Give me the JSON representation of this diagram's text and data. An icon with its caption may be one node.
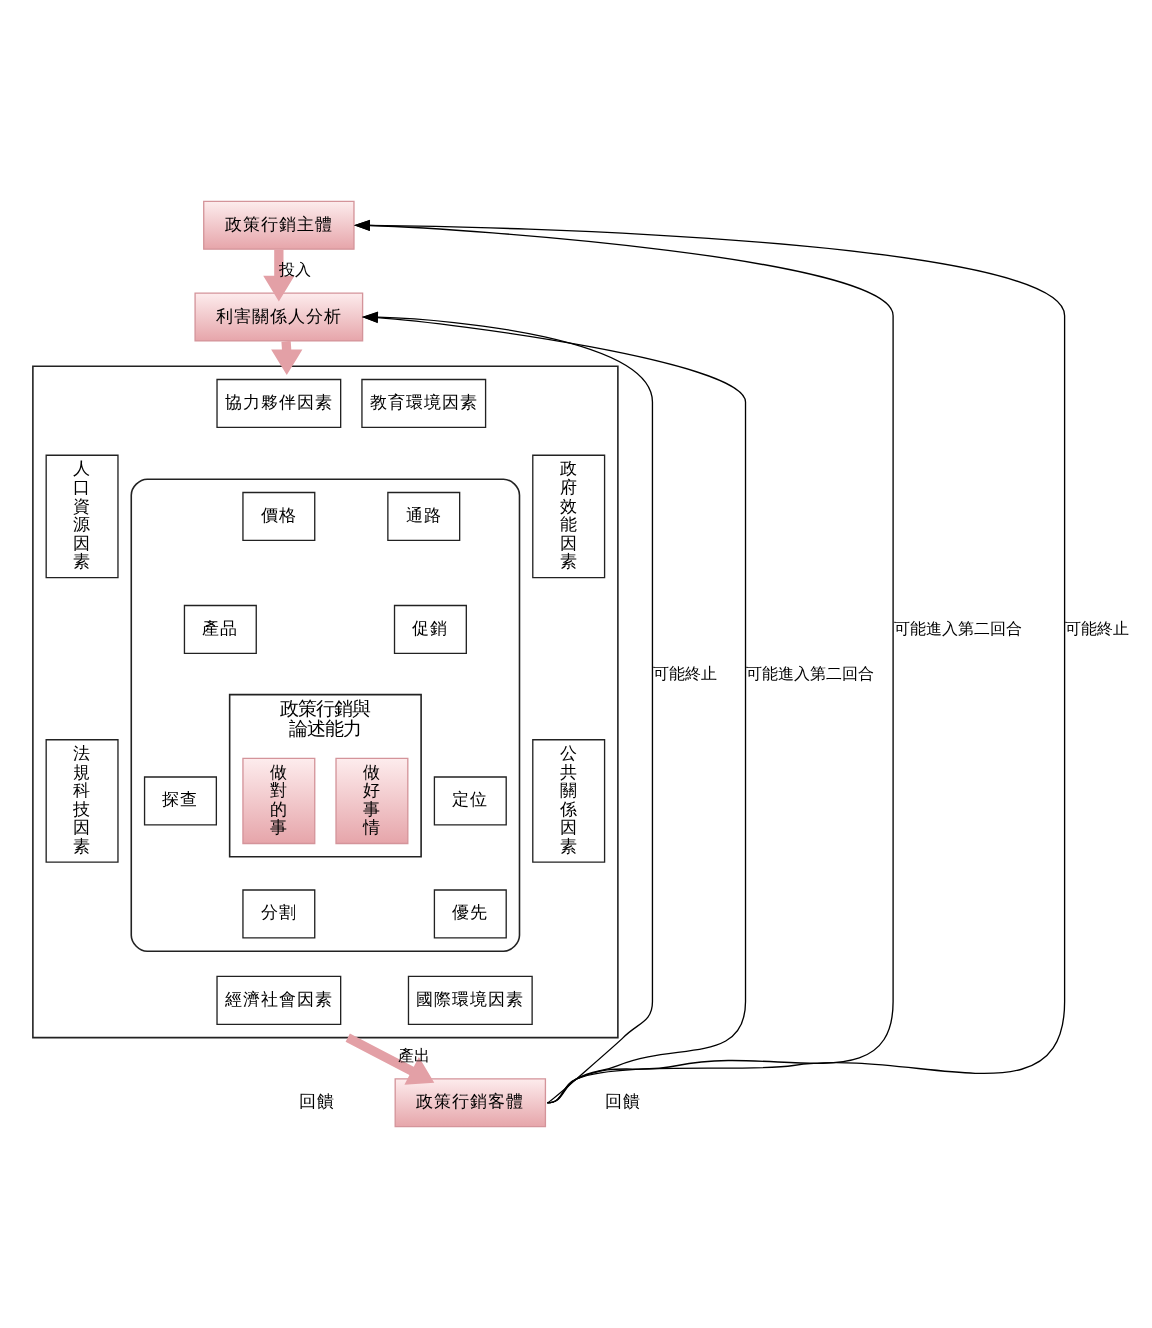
{
  "diagram": {
    "nodes": [
      {
        "text": [
          "政策行銷主體"
        ]
      },
      {
        "text": [
          "利害關係人分析"
        ]
      },
      {
        "text": [],
        "shape": "box"
      },
      {
        "text": [
          "協力夥伴因素"
        ],
        "in": 2
      },
      {
        "text": [
          "教育環境因素"
        ],
        "in": 2
      },
      {
        "text": [
          "人口資源因素"
        ],
        "in": 2
      },
      {
        "text": [
          "政府效能因素"
        ],
        "in": 2
      },
      {
        "text": [
          "法規科技因素"
        ],
        "in": 2
      },
      {
        "text": [
          "公共關係因素"
        ],
        "in": 2
      },
      {
        "text": [
          "經濟社會因素"
        ],
        "in": 2
      },
      {
        "text": [
          "國際環境因素"
        ],
        "in": 2
      },
      {
        "text": [],
        "shape": "ellipse",
        "in": 2
      },
      {
        "text": [
          "價格"
        ],
        "in": 11
      },
      {
        "text": [
          "通路"
        ],
        "in": 11
      },
      {
        "text": [
          "產品"
        ],
        "in": 11
      },
      {
        "text": [
          "促銷"
        ],
        "in": 11
      },
      {
        "text": [
          "政策行銷與論述能力"
        ],
        "in": 11
      },
      {
        "text": [
          "做對的事"
        ],
        "in": 16
      },
      {
        "text": [
          "做好事情"
        ],
        "in": 16
      },
      {
        "text": [
          "探查"
        ],
        "in": 11
      },
      {
        "text": [
          "定位"
        ],
        "in": 11
      },
      {
        "text": [
          "分割"
        ],
        "in": 11
      },
      {
        "text": [
          "優先"
        ],
        "in": 11
      },
      {
        "text": [
          "政策行銷客體"
        ]
      }
    ],
    "edges": [
      {
        "from": 0,
        "to": 1,
        "arrow": "to",
        "label": "投入",
        "style": "thick",
        "color": "#e3a0a6"
      },
      {
        "from": 1,
        "to": 2,
        "arrow": "to",
        "style": "thick",
        "color": "#e3a0a6"
      },
      {
        "from": 2,
        "to": 23,
        "arrow": "to",
        "label": "產出",
        "style": "thick",
        "color": "#e3a0a6"
      },
      {
        "from": 23,
        "to": 0,
        "arrow": "to",
        "label": "可能進入第二回合"
      },
      {
        "from": 23,
        "to": 1,
        "arrow": "to",
        "label": "可能終止"
      },
      {
        "from": 23,
        "to": 0,
        "arrow": "to",
        "label": "可能終止"
      },
      {
        "from": 23,
        "to": 1,
        "arrow": "to",
        "label": "可能進入第二回合"
      }
    ],
    "labels": [
      "回饋",
      "回饋"
    ]
  }
}
